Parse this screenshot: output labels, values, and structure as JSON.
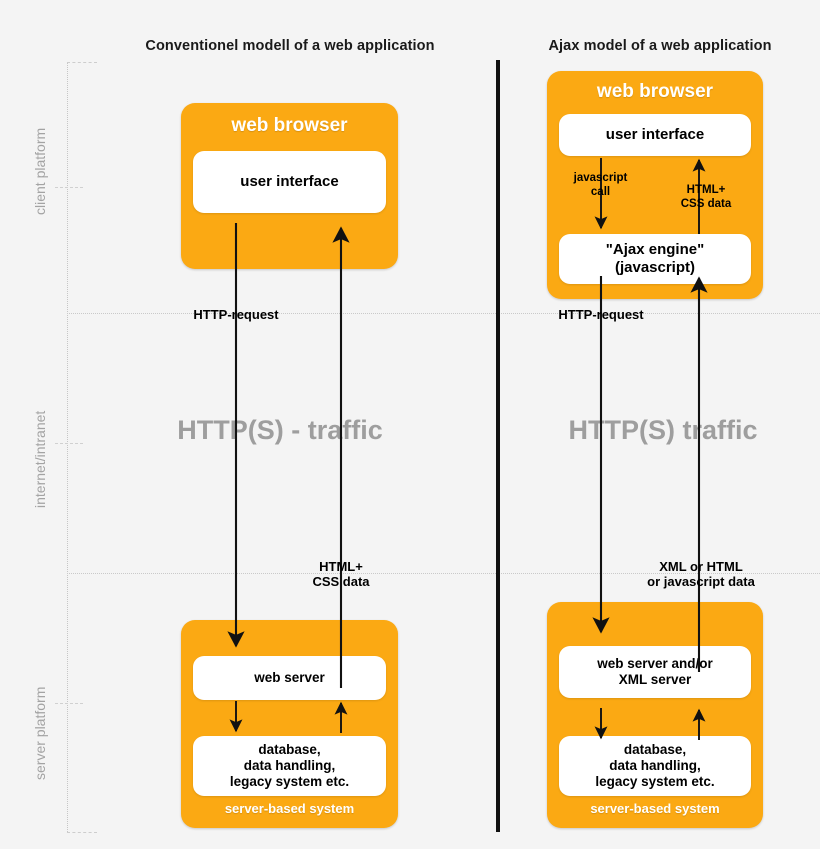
{
  "page": {
    "background": "#f4f4f4",
    "accent_orange": "#fba913",
    "watermark_gray": "#9e9e9e"
  },
  "columns": {
    "left_title": "Conventionel modell of a web application",
    "right_title": "Ajax model of a web application"
  },
  "zones": [
    {
      "label": "client platform"
    },
    {
      "label": "internet/intranet"
    },
    {
      "label": "server platform"
    }
  ],
  "left": {
    "browser": {
      "title": "web browser",
      "ui_box": "user interface"
    },
    "request_label": "HTTP-request",
    "response_label": "HTML+\nCSS data",
    "traffic_label": "HTTP(S) - traffic",
    "server": {
      "web_server": "web server",
      "database": "database,\ndata handling,\nlegacy system etc.",
      "footer": "server-based system"
    }
  },
  "right": {
    "browser": {
      "title": "web browser",
      "ui_box": "user interface",
      "engine_box": "\"Ajax engine\"\n(javascript)",
      "js_call_label": "javascript\ncall",
      "html_css_label": "HTML+\nCSS data"
    },
    "request_label": "HTTP-request",
    "response_label": "XML or HTML\nor javascript data",
    "traffic_label": "HTTP(S) traffic",
    "server": {
      "web_server": "web server and/or\nXML server",
      "database": "database,\ndata handling,\nlegacy system etc.",
      "footer": "server-based system"
    }
  }
}
